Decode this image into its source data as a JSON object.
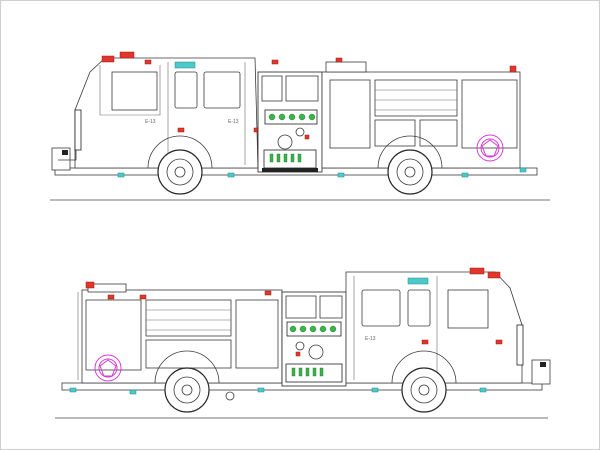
{
  "drawing": {
    "views": [
      {
        "name": "left-side-elevation",
        "cab_text": "E-13",
        "cab_text_2": "E-13"
      },
      {
        "name": "right-side-elevation",
        "cab_text": "E-13"
      }
    ],
    "colors": {
      "warning_light": "#e0362c",
      "marker_light": "#4ec9c9",
      "pump_valve": "#39b54a",
      "emblem": "#d63bd6",
      "linework": "#3a3a3a"
    }
  }
}
